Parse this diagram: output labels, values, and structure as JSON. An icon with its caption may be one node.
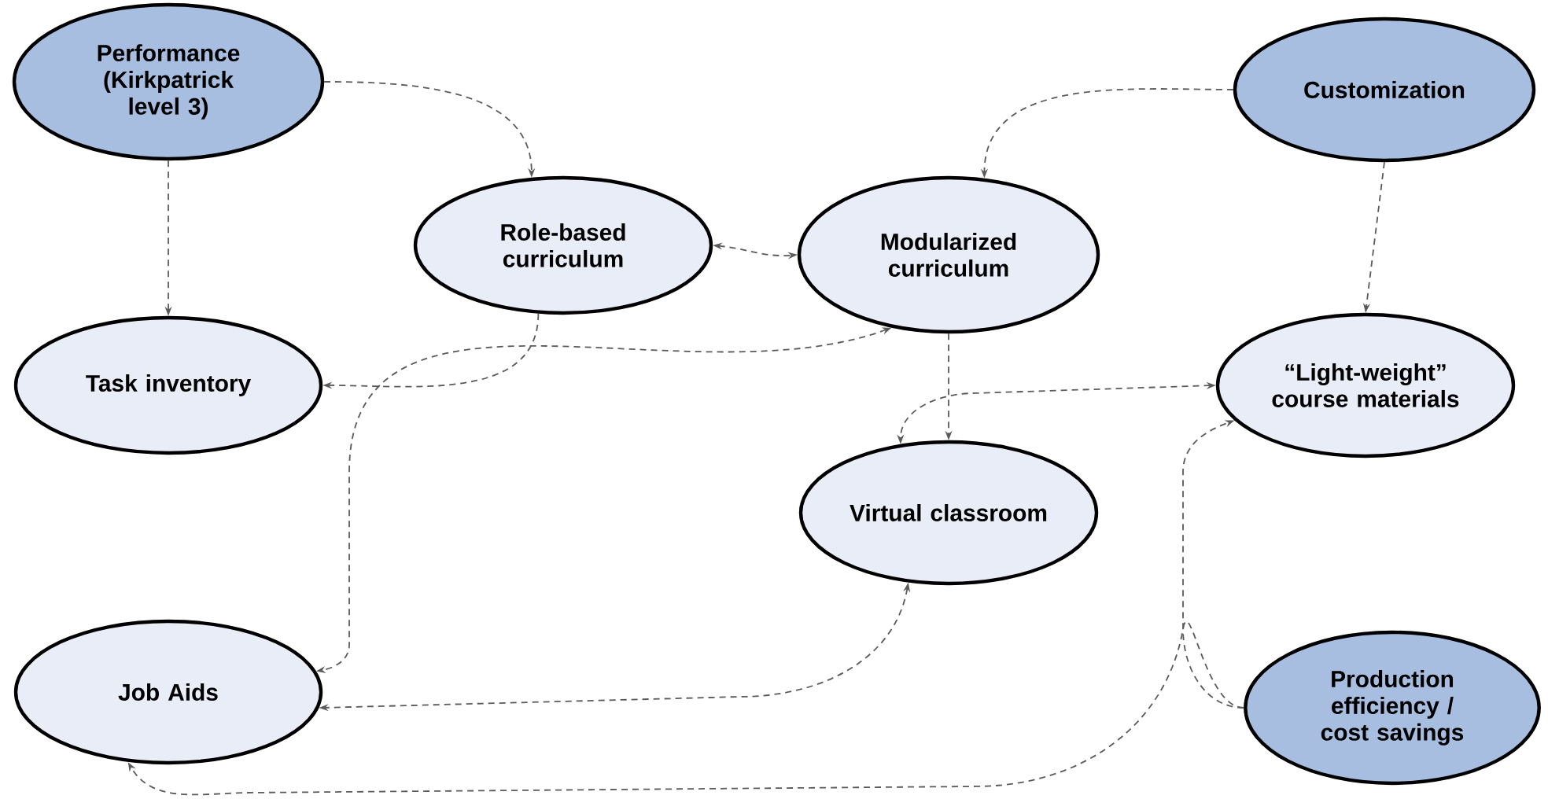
{
  "diagram": {
    "nodes": [
      {
        "text": [
          "Performance (Kirkpatrick level 3)"
        ]
      },
      {
        "text": [
          "Role-based curriculum"
        ]
      },
      {
        "text": [
          "Customization"
        ]
      },
      {
        "text": [
          "Modularized curriculum"
        ]
      },
      {
        "text": [
          "Task inventory"
        ]
      },
      {
        "text": [
          "“Light-weight” course materials"
        ]
      },
      {
        "text": [
          "Virtual classroom"
        ]
      },
      {
        "text": [
          "Job Aids"
        ]
      },
      {
        "text": [
          "Production efficiency / cost savings"
        ]
      }
    ],
    "edges": [
      {
        "from": 0,
        "to": 1,
        "arrow": "to"
      },
      {
        "from": 0,
        "to": 4,
        "arrow": "to"
      },
      {
        "from": 1,
        "to": 3,
        "arrow": "both"
      },
      {
        "from": 1,
        "to": 4,
        "arrow": "to"
      },
      {
        "from": 2,
        "to": 3,
        "arrow": "to"
      },
      {
        "from": 2,
        "to": 5,
        "arrow": "to"
      },
      {
        "from": 3,
        "to": 6,
        "arrow": "to"
      },
      {
        "from": 3,
        "to": 7,
        "arrow": "both"
      },
      {
        "from": 5,
        "to": 6,
        "arrow": "both"
      },
      {
        "from": 6,
        "to": 7,
        "arrow": "both"
      },
      {
        "from": 8,
        "to": 5,
        "arrow": "to"
      },
      {
        "from": 8,
        "to": 7,
        "arrow": "to"
      }
    ]
  }
}
